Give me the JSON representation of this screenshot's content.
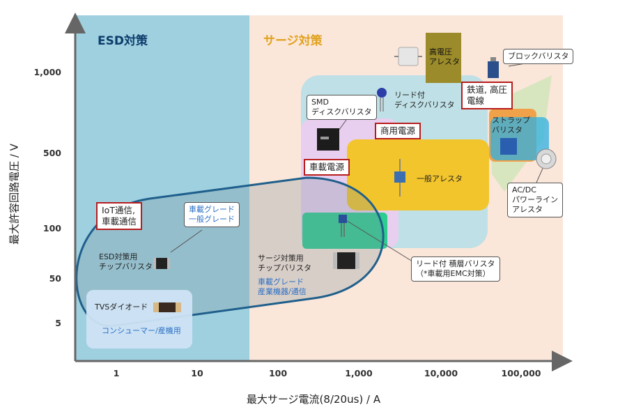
{
  "chart_data": {
    "type": "scatter",
    "title": "",
    "xlabel": "最大サージ電流(8/20us) / A",
    "ylabel": "最大許容回路電圧 / V",
    "x_scale": "log",
    "y_scale": "log",
    "x_ticks": [
      "1",
      "10",
      "100",
      "1,000",
      "10,000",
      "100,000"
    ],
    "y_ticks": [
      "5",
      "50",
      "100",
      "500",
      "1,000"
    ],
    "regions": [
      {
        "name": "ESD対策",
        "color": "#9fd0e0"
      },
      {
        "name": "サージ対策",
        "color": "#fbe6da"
      }
    ],
    "application_labels": [
      "IoT通信,\n車載通信",
      "車載電源",
      "商用電源",
      "鉄道, 高圧\n電線"
    ],
    "device_labels": {
      "esd_chip": "ESD対策用\nチップバリスタ",
      "tvs": "TVSダイオード",
      "tvs_use": "コンシューマー/産機用",
      "surge_chip": "サージ対策用\nチップバリスタ",
      "surge_chip_use": "車載グレード\n産業機器/通信",
      "callout_grade": "車載グレード\n一般グレード",
      "smd": "SMD\nディスクバリスタ",
      "lead_disk": "リード付\nディスクバリスタ",
      "hv_arrester": "高電圧\nアレスタ",
      "block_varistor": "ブロックバリスタ",
      "strap_varistor": "ストラップ\nバリスタ",
      "general_arrester": "一般アレスタ",
      "acdc": "AC/DC\nパワーライン\nアレスタ",
      "lead_laminated": "リード付 積層バリスタ\n（*車載用EMC対策）"
    }
  },
  "icons": {
    "chip": "chip-varistor-icon",
    "tvs": "tvs-diode-icon",
    "smd": "smd-disk-varistor-icon",
    "lead_disk": "lead-disk-varistor-icon",
    "hv": "hv-arrester-icon",
    "block": "block-varistor-icon",
    "strap": "strap-varistor-icon",
    "arrester": "general-arrester-icon",
    "acdc": "acdc-arrester-icon",
    "laminated": "lead-laminated-varistor-icon"
  },
  "colors": {
    "esd_bg": "#9fd0e0",
    "surge_bg": "#fbe6da",
    "outline_blue": "#1f5f8b",
    "label_esd": "#0d3d6b",
    "label_surge": "#e0a21c",
    "commercial": "#bfe0e6",
    "automotive": "#eccdf0",
    "general": "#f3c52c",
    "laminated": "#2ecc8f",
    "hv_box": "#9b8b2a",
    "strap": "#f0a24a",
    "acdc_blue": "#2fb0e3",
    "accent_red": "#b71c1c"
  }
}
